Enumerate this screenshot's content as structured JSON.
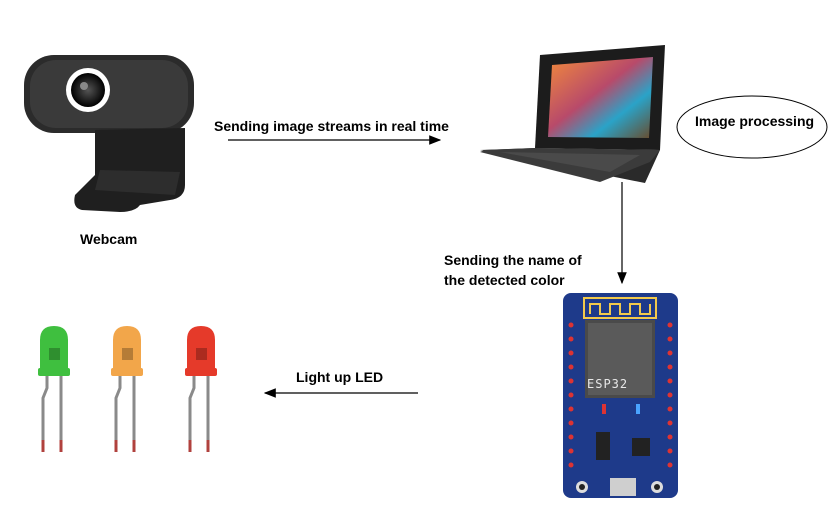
{
  "labels": {
    "webcam": "Webcam",
    "sending_streams": "Sending image streams in real time",
    "image_processing": "Image processing",
    "sending_name_line1": "Sending the name of",
    "sending_name_line2": "the detected color",
    "light_up_led": "Light up LED",
    "esp32_chip": "ESP32"
  },
  "leds": [
    {
      "name": "green",
      "color": "#3fbf3f"
    },
    {
      "name": "orange",
      "color": "#f2a64a"
    },
    {
      "name": "red",
      "color": "#e53a2a"
    }
  ],
  "colors": {
    "board": "#1e3a8a",
    "arrow": "#000000"
  }
}
